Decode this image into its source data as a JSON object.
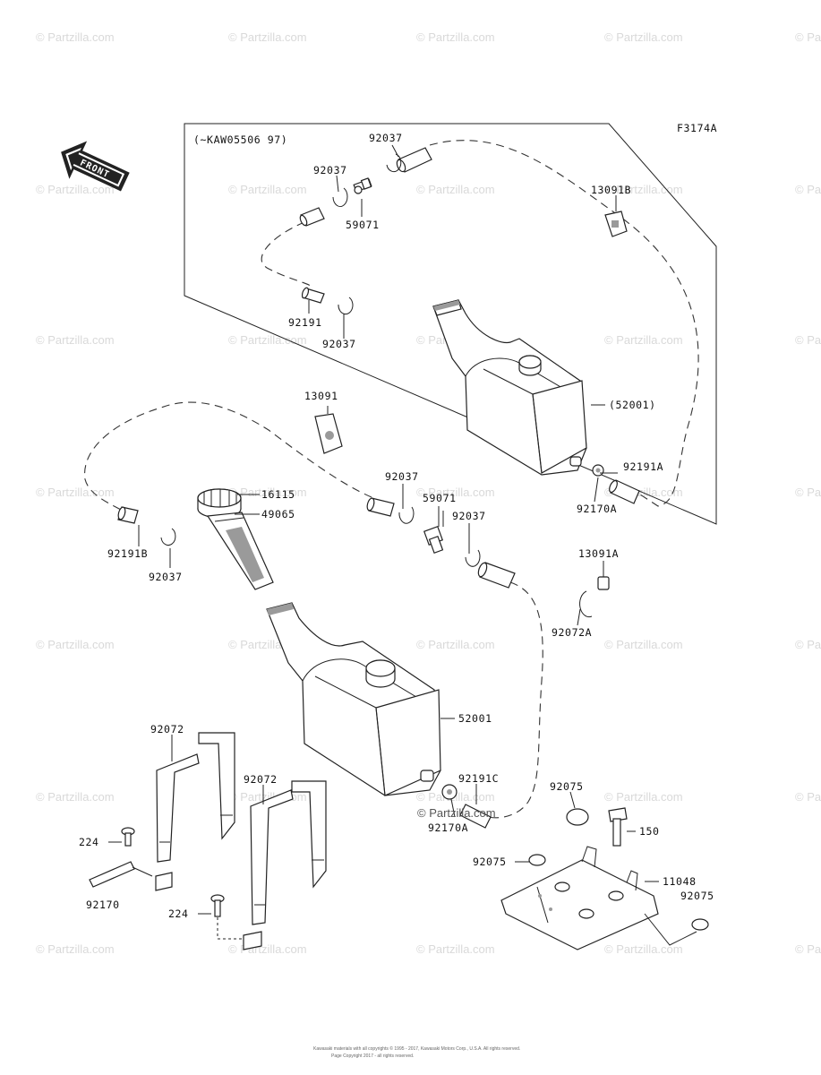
{
  "diagram_code": "F3174A",
  "serial_note": "(~KAW05506 97)",
  "front_label": "FRONT",
  "watermark": "© Partzilla.com",
  "callout_watermark": "© Partzilla.com",
  "footer": {
    "line1": "Kawasaki materials with all copyrights © 1995 - 2017, Kawasaki Motors Corp., U.S.A. All rights reserved.",
    "line2": "Page Copyright 2017 - all rights reserved."
  },
  "labels": {
    "l_92037_a": "92037",
    "l_92037_b": "92037",
    "l_59071_a": "59071",
    "l_13091B": "13091B",
    "l_92191": "92191",
    "l_92037_c": "92037",
    "l_52001_paren": "(52001)",
    "l_92191A": "92191A",
    "l_92170A_a": "92170A",
    "l_13091": "13091",
    "l_16115": "16115",
    "l_49065": "49065",
    "l_92037_d": "92037",
    "l_59071_b": "59071",
    "l_92037_e": "92037",
    "l_92191B": "92191B",
    "l_92037_f": "92037",
    "l_13091A": "13091A",
    "l_92072A": "92072A",
    "l_52001": "52001",
    "l_92072_a": "92072",
    "l_92072_b": "92072",
    "l_92191C": "92191C",
    "l_92170A_b": "92170A",
    "l_92075_a": "92075",
    "l_150": "150",
    "l_224_a": "224",
    "l_92075_b": "92075",
    "l_11048": "11048",
    "l_92170": "92170",
    "l_92075_c": "92075",
    "l_224_b": "224"
  }
}
